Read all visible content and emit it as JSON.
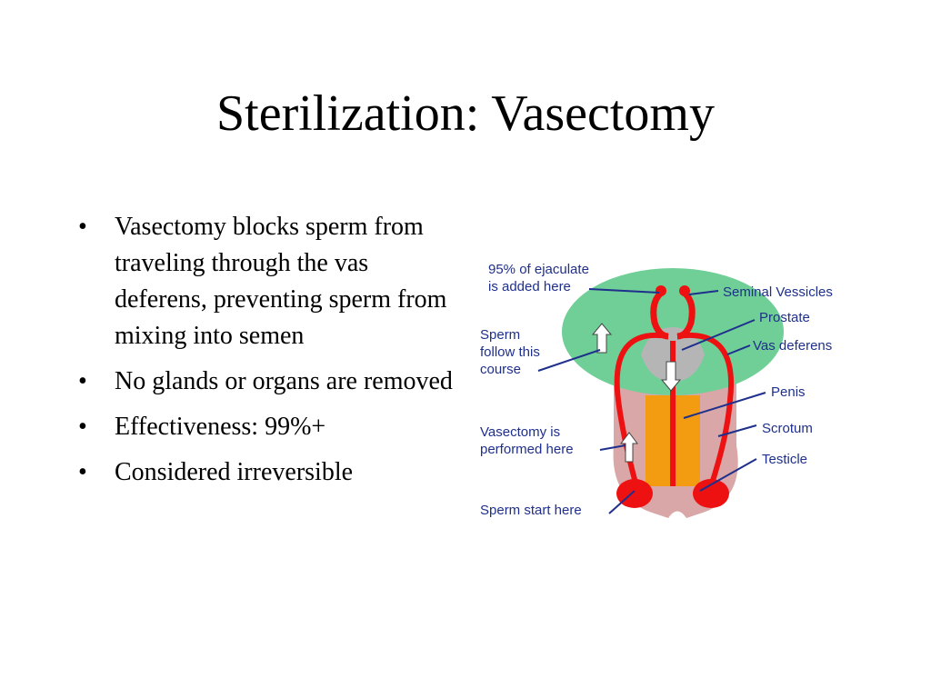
{
  "slide": {
    "title": "Sterilization: Vasectomy"
  },
  "bullets": [
    "Vasectomy blocks sperm from traveling through the vas deferens, preventing sperm from mixing into semen",
    "No glands or organs are removed",
    "Effectiveness: 99%+",
    "Considered irreversible"
  ],
  "diagram": {
    "labels": {
      "ejaculate_l1": "95% of ejaculate",
      "ejaculate_l2": "is added here",
      "seminal": "Seminal Vessicles",
      "prostate": "Prostate",
      "vas": "Vas deferens",
      "follow_l1": "Sperm",
      "follow_l2": "follow this",
      "follow_l3": "course",
      "penis": "Penis",
      "scrotum": "Scrotum",
      "vasectomy_l1": "Vasectomy is",
      "vasectomy_l2": "performed here",
      "testicle": "Testicle",
      "start": "Sperm start here"
    },
    "colors": {
      "gland_region": "#6fcf97",
      "tissue": "#d9a7a7",
      "penis": "#f39c12",
      "duct": "#ee1111",
      "prostate": "#b5b5b5",
      "label": "#1f2f8c"
    }
  }
}
